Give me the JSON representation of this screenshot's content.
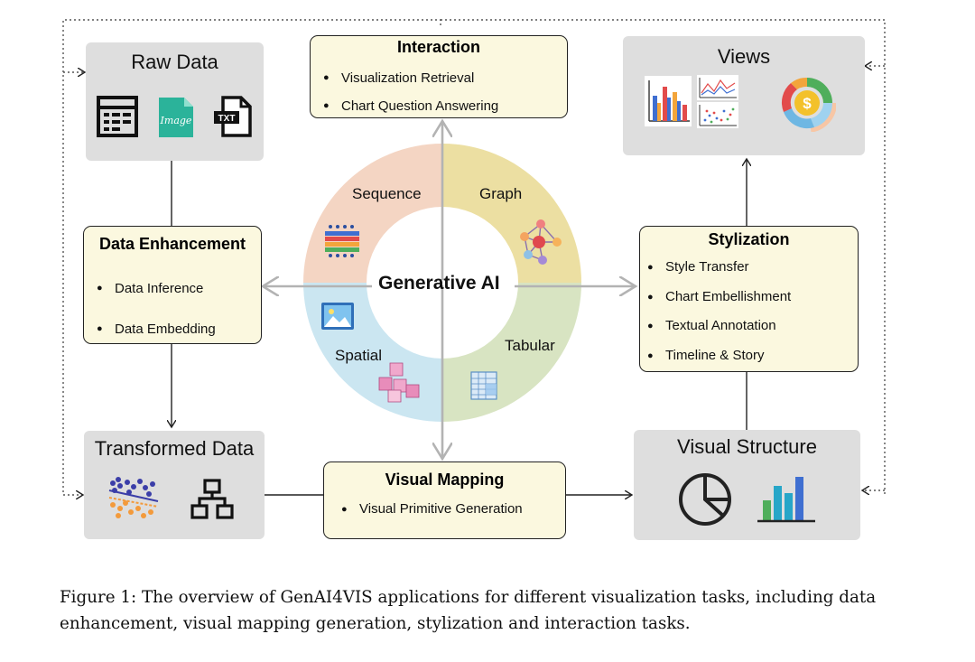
{
  "center": {
    "label": "Generative AI"
  },
  "segments": {
    "sequence": "Sequence",
    "graph": "Graph",
    "spatial": "Spatial",
    "tabular": "Tabular"
  },
  "raw_data": {
    "title": "Raw Data",
    "icons": [
      "table-icon",
      "image-file-icon",
      "txt-file-icon"
    ],
    "image_icon_text": "Image",
    "txt_icon_text": "TXT"
  },
  "views": {
    "title": "Views",
    "icons": [
      "bar-chart-icon",
      "line-chart-icon",
      "scatter-chart-icon",
      "dollar-donut-icon"
    ]
  },
  "interaction": {
    "title": "Interaction",
    "items": [
      "Visualization Retrieval",
      "Chart Question Answering"
    ]
  },
  "data_enhancement": {
    "title": "Data Enhancement",
    "items": [
      "Data Inference",
      "Data Embedding"
    ]
  },
  "stylization": {
    "title": "Stylization",
    "items": [
      "Style Transfer",
      "Chart Embellishment",
      "Textual Annotation",
      "Timeline & Story"
    ]
  },
  "transformed_data": {
    "title": "Transformed Data",
    "icons": [
      "scatter-cluster-icon",
      "hierarchy-icon"
    ]
  },
  "visual_mapping": {
    "title": "Visual Mapping",
    "items": [
      "Visual Primitive Generation"
    ]
  },
  "visual_structure": {
    "title": "Visual Structure",
    "icons": [
      "pie-outline-icon",
      "bar-chart-icon"
    ]
  },
  "caption": "Figure 1: The overview of GenAI4VIS applications for different visualization tasks, including data enhancement, visual mapping generation, stylization and interaction tasks.",
  "colors": {
    "sequence": "#f4d5c3",
    "graph": "#ecdfa2",
    "spatial": "#cbe6f1",
    "tabular": "#d8e4c2",
    "panel_gray": "#dedede",
    "panel_yellow": "#fbf8df",
    "arrow_gray": "#b3b3b3"
  }
}
